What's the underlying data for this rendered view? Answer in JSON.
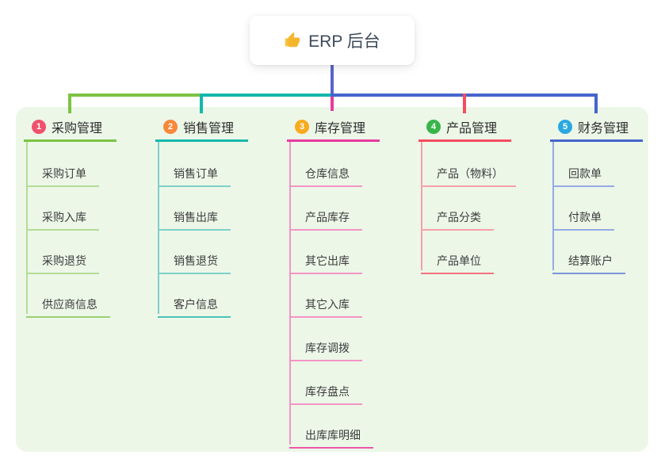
{
  "root": {
    "title": "ERP 后台",
    "icon": "thumbs-up-icon"
  },
  "colors": {
    "panel_bg": "#ecf7e8",
    "root_drop_line": "#5a64ce",
    "root_text": "#3d4a59",
    "icon_yellow": "#f5b62e"
  },
  "branches": [
    {
      "num": "1",
      "title": "采购管理",
      "badge_color": "#f0516d",
      "line_color": "#7cc342",
      "light_color": "#b4dc95",
      "last_color": "#9bd06f",
      "children": [
        "采购订单",
        "采购入库",
        "采购退货",
        "供应商信息"
      ]
    },
    {
      "num": "2",
      "title": "销售管理",
      "badge_color": "#f8883a",
      "line_color": "#14b8ab",
      "light_color": "#7ed1c8",
      "last_color": "#4ac4b8",
      "children": [
        "销售订单",
        "销售出库",
        "销售退货",
        "客户信息"
      ]
    },
    {
      "num": "3",
      "title": "库存管理",
      "badge_color": "#f9aa1e",
      "line_color": "#e93a9d",
      "light_color": "#f494c6",
      "last_color": "#ee57a9",
      "children": [
        "仓库信息",
        "产品库存",
        "其它出库",
        "其它入库",
        "库存调拨",
        "库存盘点",
        "出库库明细"
      ]
    },
    {
      "num": "4",
      "title": "产品管理",
      "badge_color": "#38b54a",
      "line_color": "#f44d5f",
      "light_color": "#f7a0a7",
      "last_color": "#f4737f",
      "children": [
        "产品（物料）",
        "产品分类",
        "产品单位"
      ]
    },
    {
      "num": "5",
      "title": "财务管理",
      "badge_color": "#2aa8e0",
      "line_color": "#4565cb",
      "light_color": "#94ace2",
      "last_color": "#7b96da",
      "children": [
        "回款单",
        "付款单",
        "结算账户"
      ]
    }
  ]
}
